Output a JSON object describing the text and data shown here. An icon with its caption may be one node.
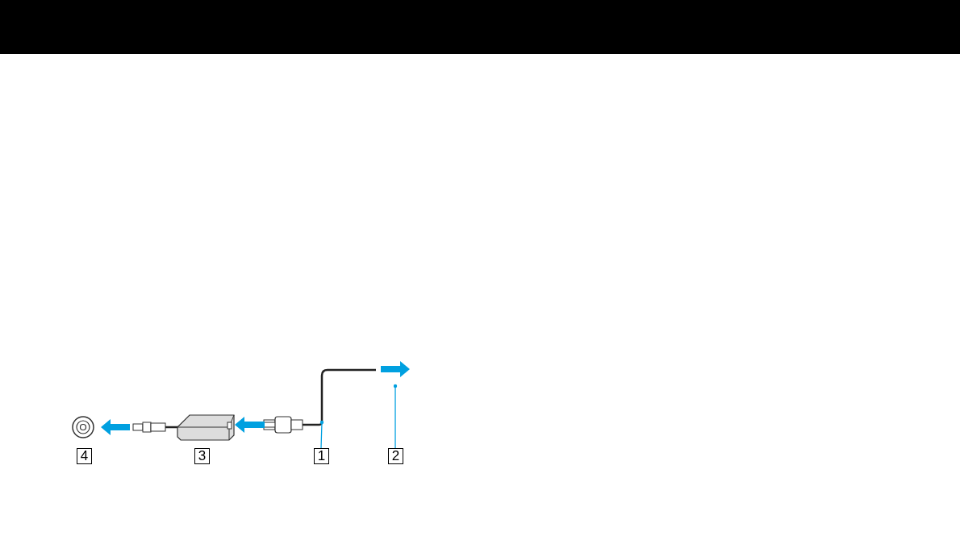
{
  "diagram": {
    "nodes": [
      {
        "text": [
          "4"
        ]
      },
      {
        "text": [
          "3"
        ]
      },
      {
        "text": [
          "1"
        ]
      },
      {
        "text": [],
        "shape": "cable"
      },
      {
        "text": [
          "2"
        ]
      },
      {
        "text": [],
        "shape": "arrow"
      },
      {
        "text": [],
        "shape": "arrow"
      },
      {
        "text": [],
        "shape": "box"
      }
    ],
    "edges": [
      {
        "from": 2,
        "to": 3,
        "arrow": "other"
      },
      {
        "from": 4,
        "to": 5,
        "arrow": "other"
      },
      {
        "from": 3,
        "to": 7,
        "arrow": "to",
        "style": "thick"
      }
    ]
  }
}
